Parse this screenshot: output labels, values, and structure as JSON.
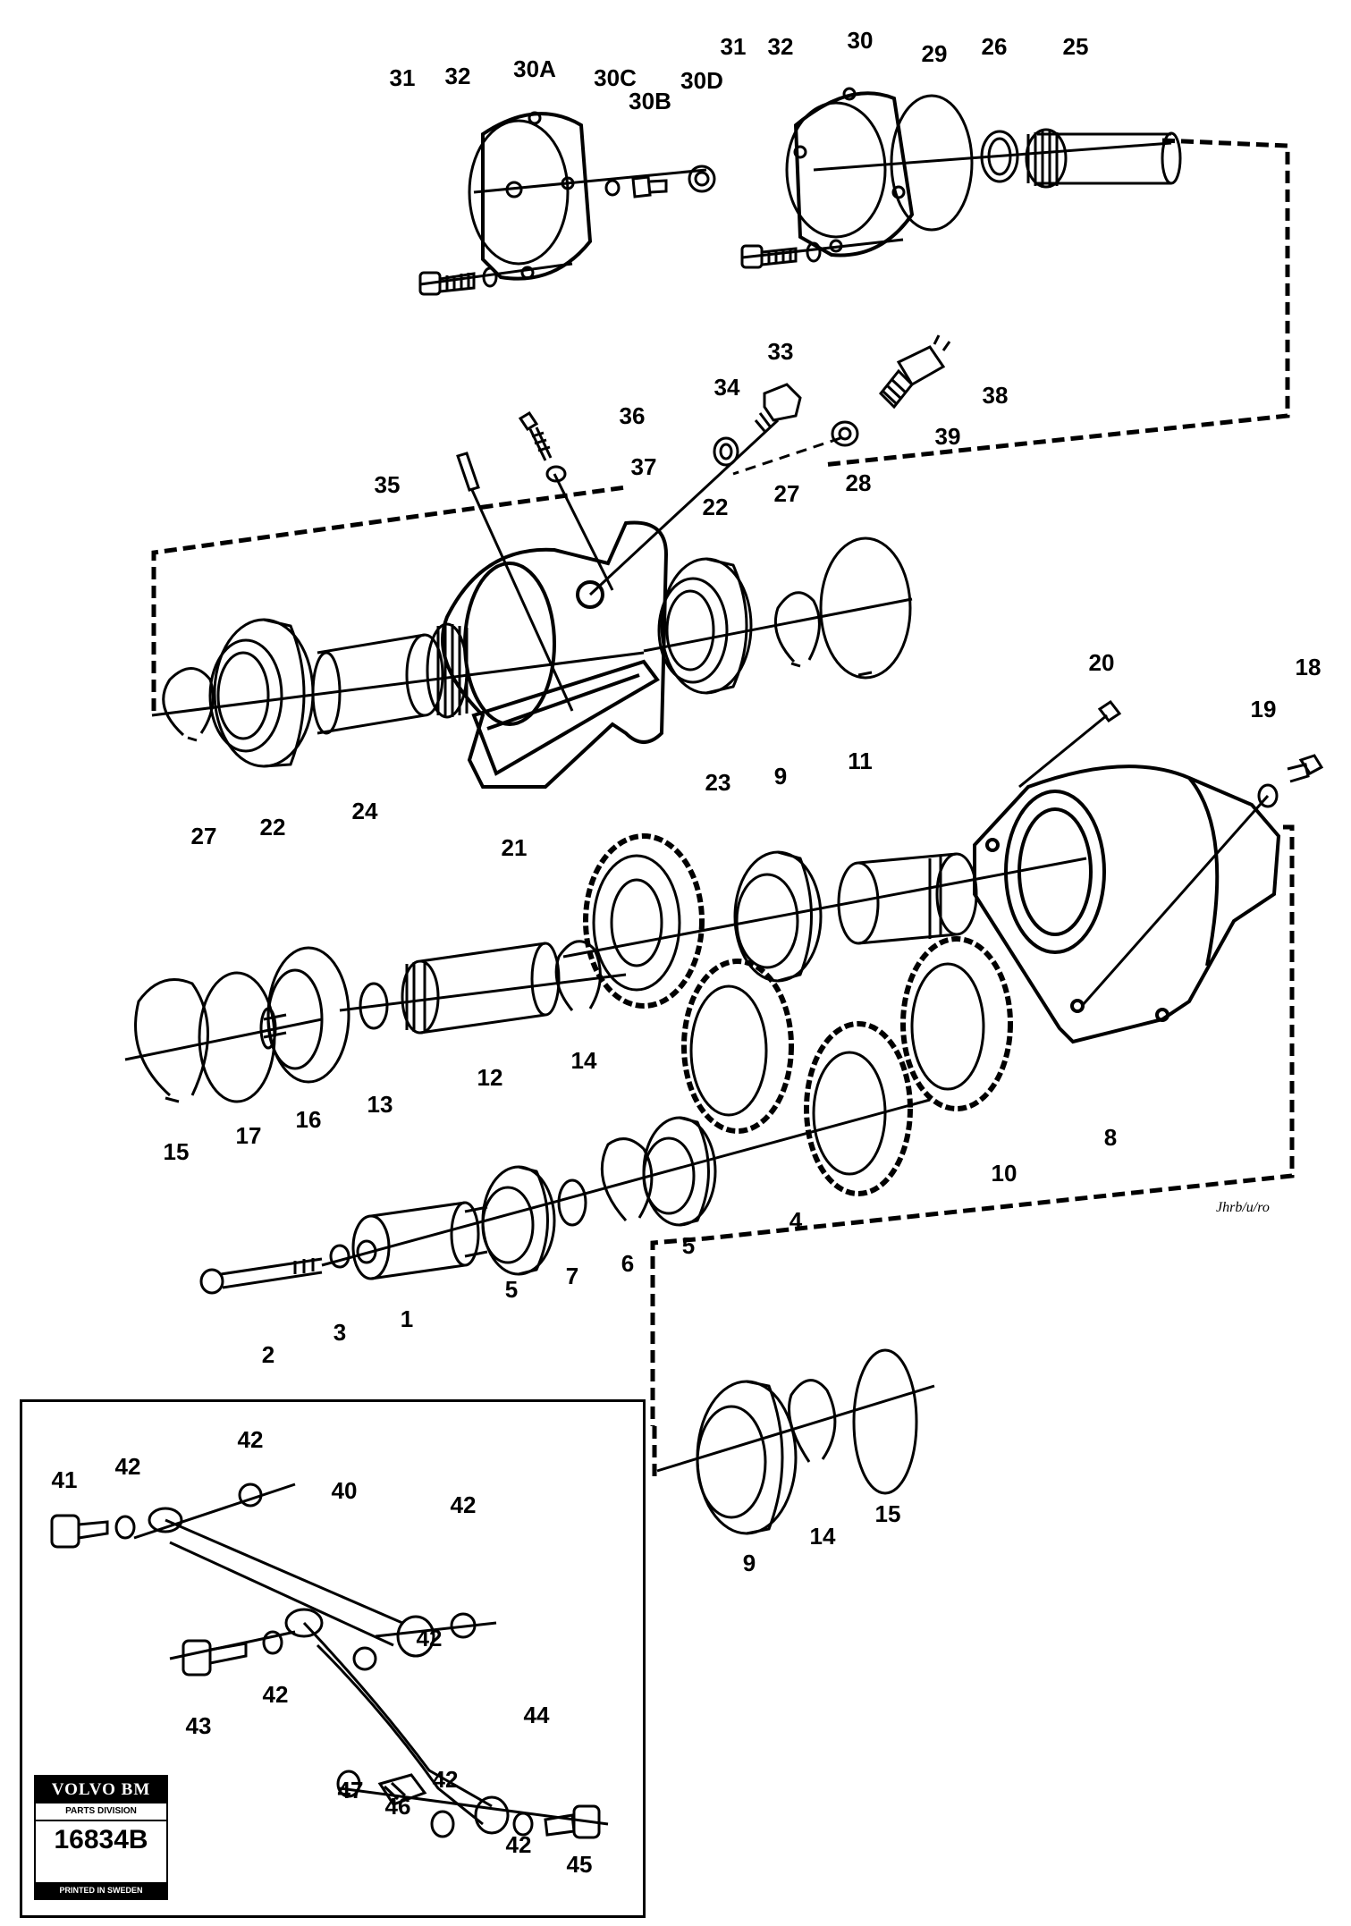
{
  "figure": {
    "title": "",
    "labels": [
      "1",
      "2",
      "3",
      "4",
      "5",
      "5",
      "6",
      "7",
      "8",
      "9",
      "9",
      "10",
      "11",
      "12",
      "13",
      "14",
      "14",
      "15",
      "15",
      "16",
      "17",
      "18",
      "19",
      "20",
      "21",
      "22",
      "22",
      "23",
      "24",
      "25",
      "26",
      "27",
      "27",
      "28",
      "29",
      "30",
      "30A",
      "30B",
      "30C",
      "30D",
      "31",
      "31",
      "32",
      "32",
      "33",
      "34",
      "35",
      "36",
      "37",
      "38",
      "39",
      "40",
      "41",
      "42",
      "42",
      "42",
      "42",
      "42",
      "42",
      "42",
      "43",
      "44",
      "45",
      "46",
      "47"
    ]
  },
  "inset": {
    "brand": "VOLVO BM",
    "division": "PARTS DIVISION",
    "drawing_number": "16834B",
    "printed": "PRINTED IN SWEDEN"
  },
  "signature": "Jhrb/u/ro"
}
